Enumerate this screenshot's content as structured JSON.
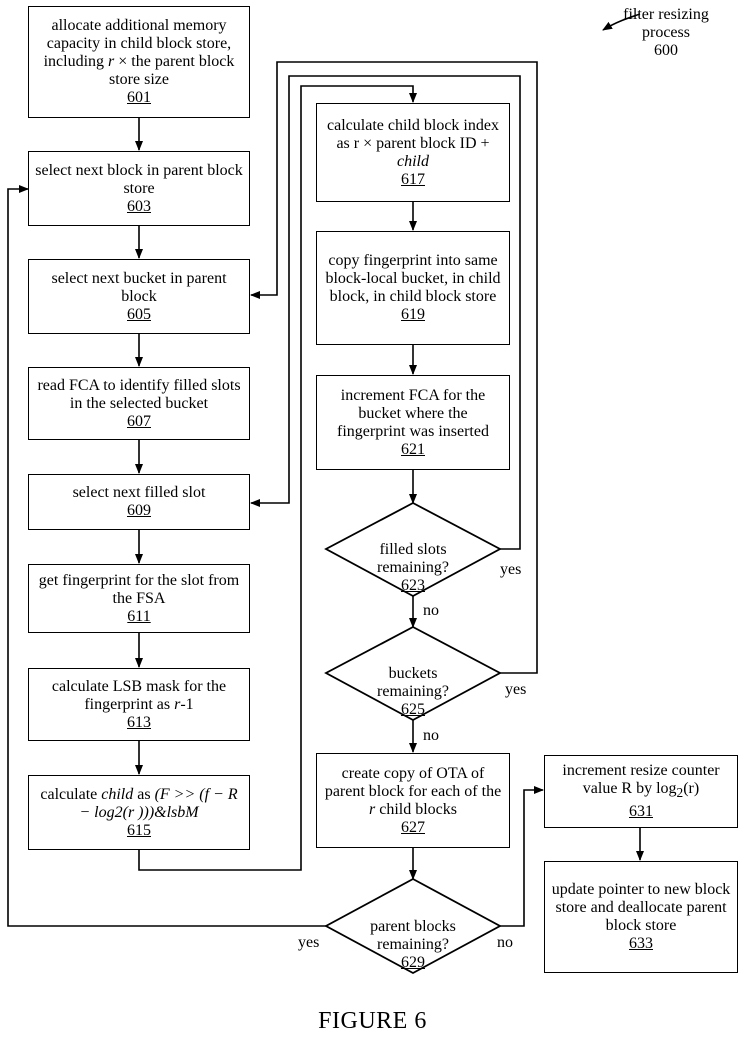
{
  "process_title": "filter resizing\nprocess\n600",
  "figure_caption": "FIGURE 6",
  "steps": {
    "s601": {
      "text": "allocate additional memory capacity in child block store, including",
      "text_b": " r ",
      "text_c": "× the parent block store size",
      "ref": "601"
    },
    "s603": {
      "text": "select next block in parent block store",
      "ref": "603"
    },
    "s605": {
      "text": "select next bucket in parent block",
      "ref": "605"
    },
    "s607": {
      "text": "read FCA to identify filled slots in the selected bucket",
      "ref": "607"
    },
    "s609": {
      "text": "select next filled slot",
      "ref": "609"
    },
    "s611": {
      "text": "get fingerprint for the slot from the FSA",
      "ref": "611"
    },
    "s613": {
      "text": "calculate LSB mask for the fingerprint as",
      "text_b": " r",
      "text_c": "-1",
      "ref": "613"
    },
    "s615": {
      "text": "calculate ",
      "text_b": "child",
      "text_c": " as ",
      "text_d": "(F >> (f − R − log2(r )))&lsbM",
      "ref": "615"
    },
    "s617": {
      "text": "calculate child block index as r × parent block ID + ",
      "text_b": "child",
      "ref": "617"
    },
    "s619": {
      "text": "copy fingerprint into same block-local bucket, in child block, in child block store",
      "ref": "619"
    },
    "s621": {
      "text": "increment FCA for the bucket where the fingerprint was inserted",
      "ref": "621"
    },
    "d623": {
      "text": "filled slots\nremaining?",
      "ref": "623"
    },
    "d625": {
      "text": "buckets\nremaining?",
      "ref": "625"
    },
    "s627": {
      "text": "create copy of OTA of parent block for each of the",
      "text_b": " r ",
      "text_c": "child blocks",
      "ref": "627"
    },
    "d629": {
      "text": "parent blocks\nremaining?",
      "ref": "629"
    },
    "s631": {
      "text": "increment resize counter value R by log",
      "text_b": "2",
      "text_c": "(r)",
      "ref": "631"
    },
    "s633": {
      "text": "update pointer to new block store and deallocate parent block store",
      "ref": "633"
    }
  },
  "branch_labels": {
    "yes_623": "yes",
    "no_623": "no",
    "yes_625": "yes",
    "no_625": "no",
    "yes_629": "yes",
    "no_629": "no"
  }
}
